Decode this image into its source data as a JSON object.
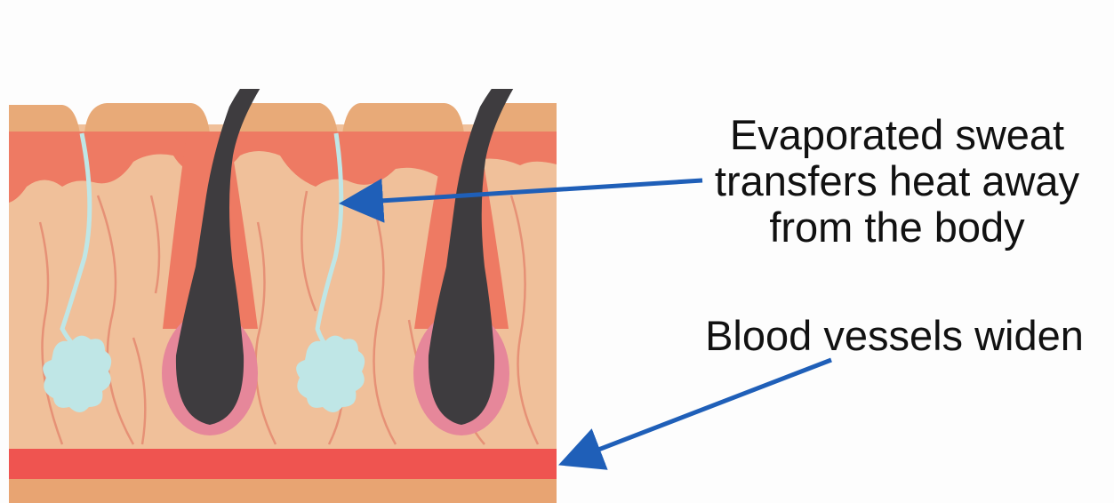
{
  "labels": {
    "sweat": {
      "line1": "Evaporated sweat",
      "line2": "transfers heat away",
      "line3": "from the body"
    },
    "blood": "Blood vessels widen"
  },
  "colors": {
    "background": "#fdfdfd",
    "skin_top": "#e8aa78",
    "epidermis": "#ee7a63",
    "dermis": "#f0c09a",
    "follicle": "#ee7a63",
    "bulb": "#e6879a",
    "hair": "#3e3c3f",
    "sweat_gland": "#bfe6e6",
    "blood_vessel": "#ef5450",
    "fat_layer": "#e8a472",
    "capillary": "#e3826b",
    "arrow": "#1f5fb8",
    "text": "#111111"
  }
}
